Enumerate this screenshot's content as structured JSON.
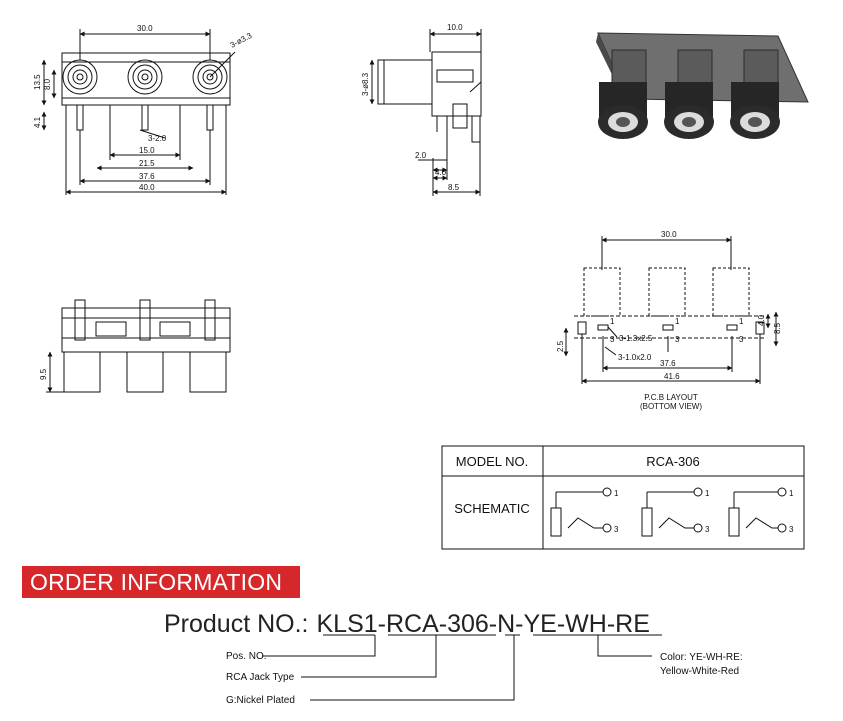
{
  "front_view": {
    "dims": {
      "width_30": "30.0",
      "hole_dia": "3-ø3.3",
      "h_13_5": "13.5",
      "h_8": "8.0",
      "h_4_1": "4.1",
      "pin_dia": "3-2.0",
      "d_15": "15.0",
      "d_21_5": "21.5",
      "d_37_6": "37.6",
      "d_40": "40.0"
    }
  },
  "side_view": {
    "dims": {
      "top_10": "10.0",
      "dia_8_3": "3-ø8.3",
      "d_2_0": "2.0",
      "d_4_0": "4.0",
      "d_8_5": "8.5"
    }
  },
  "bottom_view": {
    "dims": {
      "h_9_5": "9.5"
    }
  },
  "pcb_layout": {
    "dims": {
      "top_30": "30.0",
      "hole_a": "3-1.3x2.5",
      "hole_b": "3-1.0x2.0",
      "d_2_5": "2.5",
      "d_4_0": "4.0",
      "d_8_5": "8.5",
      "d_37_6": "37.6",
      "d_41_6": "41.6"
    },
    "pin_labels": [
      "1",
      "3",
      "1",
      "3",
      "1",
      "3"
    ],
    "caption_line1": "P.C.B LAYOUT",
    "caption_line2": "(BOTTOM VIEW)"
  },
  "model_table": {
    "model_label": "MODEL NO.",
    "model_value": "RCA-306",
    "schematic_label": "SCHEMATIC",
    "pins": [
      "1",
      "3",
      "1",
      "3",
      "1",
      "3"
    ]
  },
  "order": {
    "banner": "ORDER INFORMATION",
    "product_prefix": "Product NO.:",
    "product_code": "KLS1-RCA-306-N-YE-WH-RE",
    "labels": {
      "pos": "Pos. NO.",
      "jack": "RCA  Jack Type",
      "plating": "G:Nickel Plated",
      "color_line1": "Color: YE-WH-RE:",
      "color_line2": "Yellow-White-Red"
    }
  },
  "colors": {
    "banner": "#d6282b",
    "line": "#111111"
  }
}
